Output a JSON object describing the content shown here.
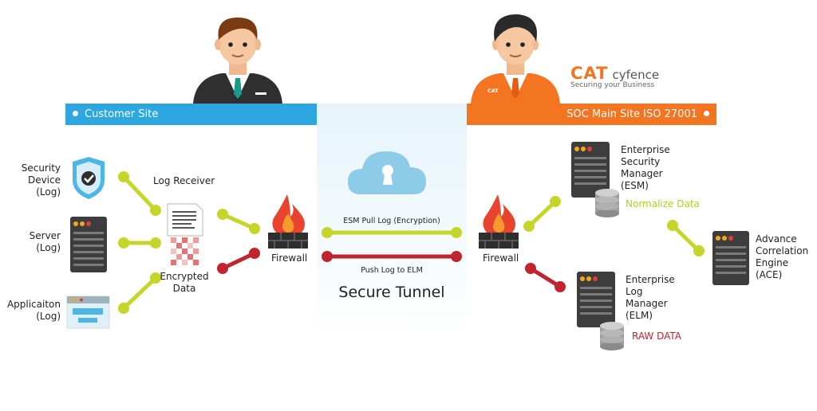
{
  "customer_site": {
    "banner": "Customer Site"
  },
  "soc_site": {
    "banner": "SOC Main Site ISO 27001"
  },
  "brand": {
    "name_cat": "CAT",
    "name_cyfence": "cyfence",
    "tagline": "Securing your Business",
    "badge": "CAT"
  },
  "sources": {
    "security_device": [
      "Security",
      "Device",
      "(Log)"
    ],
    "server": [
      "Server",
      "(Log)"
    ],
    "application": [
      "Applicaiton",
      "(Log)"
    ]
  },
  "log_receiver": "Log Receiver",
  "encrypted_data": [
    "Encrypted",
    "Data"
  ],
  "firewall_left": "Firewall",
  "firewall_right": "Firewall",
  "tunnel": {
    "top_label": "ESM Pull Log (Encryption)",
    "bottom_label": "Push Log to ELM",
    "title": "Secure Tunnel"
  },
  "esm": {
    "lines": [
      "Enterprise",
      "Security",
      "Manager",
      "(ESM)"
    ],
    "note": "Normalize Data"
  },
  "elm": {
    "lines": [
      "Enterprise",
      "Log",
      "Manager",
      "(ELM)"
    ],
    "note": "RAW DATA"
  },
  "ace": {
    "lines": [
      "Advance",
      "Correlation",
      "Engine",
      "(ACE)"
    ]
  },
  "colors": {
    "blue": "#2ea7e0",
    "orange": "#f47521",
    "green_link": "#c6d52a",
    "red_link": "#c0242f",
    "server_dark": "#3d3d3d"
  }
}
